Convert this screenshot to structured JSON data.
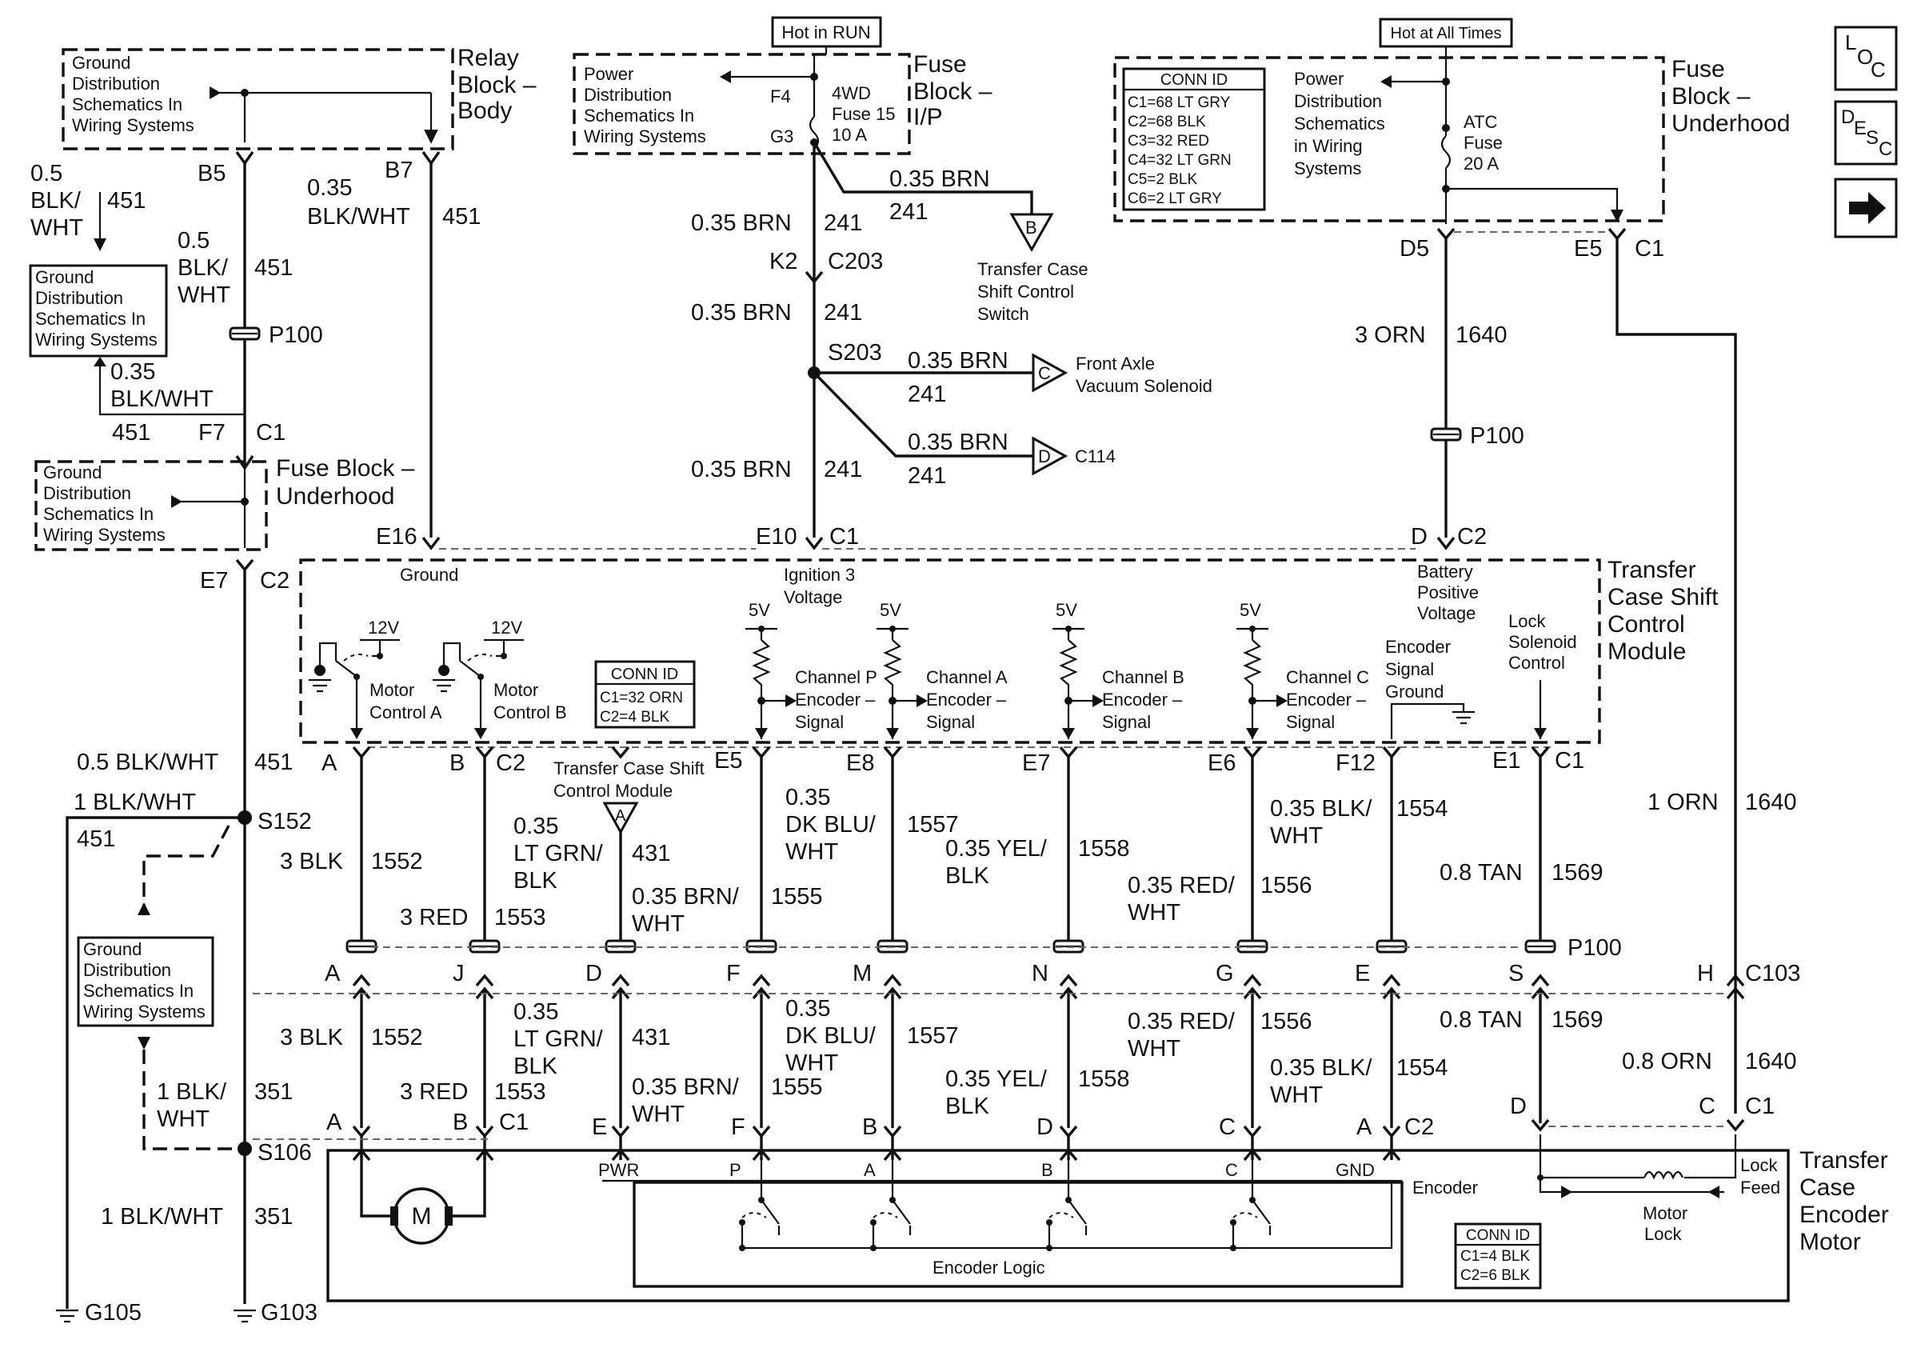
{
  "nav": {
    "loc_L": "L",
    "loc_O": "O",
    "loc_C": "C",
    "desc_D": "D",
    "desc_E": "E",
    "desc_S": "S",
    "desc_C": "C"
  },
  "components": {
    "relay_block_line1": "Relay",
    "relay_block_line2": "Block –",
    "relay_block_line3": "Body",
    "fuse_block_ip_line1": "Fuse",
    "fuse_block_ip_line2": "Block –",
    "fuse_block_ip_line3": "I/P",
    "fuse_block_uh_top_line1": "Fuse",
    "fuse_block_uh_top_line2": "Block –",
    "fuse_block_uh_top_line3": "Underhood",
    "fuse_block_uh_left_line1": "Fuse Block –",
    "fuse_block_uh_left_line2": "Underhood",
    "tccm_line1": "Transfer",
    "tccm_line2": "Case Shift",
    "tccm_line3": "Control",
    "tccm_line4": "Module",
    "tcem_line1": "Transfer",
    "tcem_line2": "Case",
    "tcem_line3": "Encoder",
    "tcem_line4": "Motor"
  },
  "ref_boxes": {
    "ground_l1": "Ground",
    "ground_l2": "Distribution",
    "ground_l3": "Schematics In",
    "ground_l4": "Wiring Systems",
    "power_l1": "Power",
    "power_l2": "Distribution",
    "power_l3": "Schematics In",
    "power_l4": "Wiring Systems",
    "power2_l1": "Power",
    "power2_l2": "Distribution",
    "power2_l3": "Schematics",
    "power2_l4": "in Wiring",
    "power2_l5": "Systems"
  },
  "headers": {
    "hot_run": "Hot in RUN",
    "hot_all": "Hot at All Times"
  },
  "fuses": {
    "fuse15_l1": "4WD",
    "fuse15_l2": "Fuse 15",
    "fuse15_l3": "10 A",
    "atc_l1": "ATC",
    "atc_l2": "Fuse",
    "atc_l3": "20 A"
  },
  "conn_tables": {
    "header": "CONN ID",
    "underhood": [
      "C1=68 LT GRY",
      "C2=68 BLK",
      "C3=32 RED",
      "C4=32 LT GRN",
      "C5=2 BLK",
      "C6=2 LT GRY"
    ],
    "tccm": [
      "C1=32 ORN",
      "C2=4 BLK"
    ],
    "tcem": [
      "C1=4 BLK",
      "C2=6 BLK"
    ]
  },
  "pins": {
    "b5": "B5",
    "b7": "B7",
    "f4": "F4",
    "g3": "G3",
    "k2": "K2",
    "c203": "C203",
    "s203": "S203",
    "d5": "D5",
    "e5": "E5",
    "c1": "C1",
    "c2": "C2",
    "f7": "F7",
    "e16": "E16",
    "e10": "E10",
    "d": "D",
    "e7": "E7",
    "s152": "S152",
    "s106": "S106",
    "a": "A",
    "b": "B",
    "e8": "E8",
    "e6": "E6",
    "f12": "F12",
    "e1": "E1",
    "j": "J",
    "f": "F",
    "m": "M",
    "n": "N",
    "g": "G",
    "e": "E",
    "s": "S",
    "h": "H",
    "c103": "C103",
    "c": "C",
    "p100": "P100",
    "g105": "G105",
    "g103": "G103"
  },
  "wires": {
    "w05_blk": "0.5",
    "w05_blk2": "BLK/",
    "w05_blk3": "WHT",
    "n451": "451",
    "n241": "241",
    "n1640": "1640",
    "n1552": "1552",
    "n1553": "1553",
    "n431": "431",
    "n1555": "1555",
    "n1557": "1557",
    "n1558": "1558",
    "n1556": "1556",
    "n1554": "1554",
    "n1569": "1569",
    "n351": "351",
    "w035_blkwht": "0.35",
    "w035_blkwht2": "BLK/WHT",
    "w035_blkwht_one": "0.35 BLK/WHT",
    "w035_brn": "0.35 BRN",
    "w3_orn": "3 ORN",
    "w05_blkwht_one": "0.5 BLK/WHT",
    "w1_blkwht_one": "1 BLK/WHT",
    "w3_blk": "3 BLK",
    "w3_red": "3 RED",
    "w035": "0.35",
    "w_ltgrn": "LT GRN/",
    "w_blk": "BLK",
    "w_brnslash": "0.35 BRN/",
    "w_wht": "WHT",
    "w_dkblu": "DK BLU/",
    "w_yel": "0.35 YEL/",
    "w_red": "0.35 RED/",
    "w_blkslash": "0.35 BLK/",
    "w08_tan": "0.8 TAN",
    "w1_orn": "1 ORN",
    "w08_orn": "0.8 ORN",
    "w1_blk": "1 BLK/",
    "w1_blkwht_long": "1 BLK/WHT"
  },
  "tccm_internal": {
    "ground": "Ground",
    "ign1": "Ignition 3",
    "ign2": "Voltage",
    "batt1": "Battery",
    "batt2": "Positive",
    "batt3": "Voltage",
    "v12": "12V",
    "v5": "5V",
    "mca1": "Motor",
    "mca2": "Control A",
    "mcb1": "Motor",
    "mcb2": "Control B",
    "chp1": "Channel P",
    "chp2": "Encoder –",
    "chp3": "Signal",
    "cha1": "Channel A",
    "cha2": "Encoder –",
    "cha3": "Signal",
    "chb1": "Channel B",
    "chb2": "Encoder –",
    "chb3": "Signal",
    "chc1": "Channel C",
    "chc2": "Encoder –",
    "chc3": "Signal",
    "esg1": "Encoder",
    "esg2": "Signal",
    "esg3": "Ground",
    "lsc1": "Lock",
    "lsc2": "Solenoid",
    "lsc3": "Control"
  },
  "links": {
    "tcsc_switch1": "Transfer Case",
    "tcsc_switch2": "Shift Control",
    "tcsc_switch3": "Switch",
    "front_axle1": "Front Axle",
    "front_axle2": "Vacuum Solenoid",
    "c114": "C114",
    "tccm_ref1": "Transfer Case Shift",
    "tccm_ref2": "Control Module",
    "flag_a": "A",
    "flag_b": "B",
    "flag_c": "C",
    "flag_d": "D"
  },
  "motor": {
    "m": "M",
    "pwr": "PWR",
    "p": "P",
    "a": "A",
    "b": "B",
    "c": "C",
    "gnd": "GND",
    "encoder": "Encoder",
    "encoder_logic": "Encoder Logic",
    "lock1": "Lock",
    "lock2": "Feed",
    "mlock1": "Motor",
    "mlock2": "Lock"
  }
}
